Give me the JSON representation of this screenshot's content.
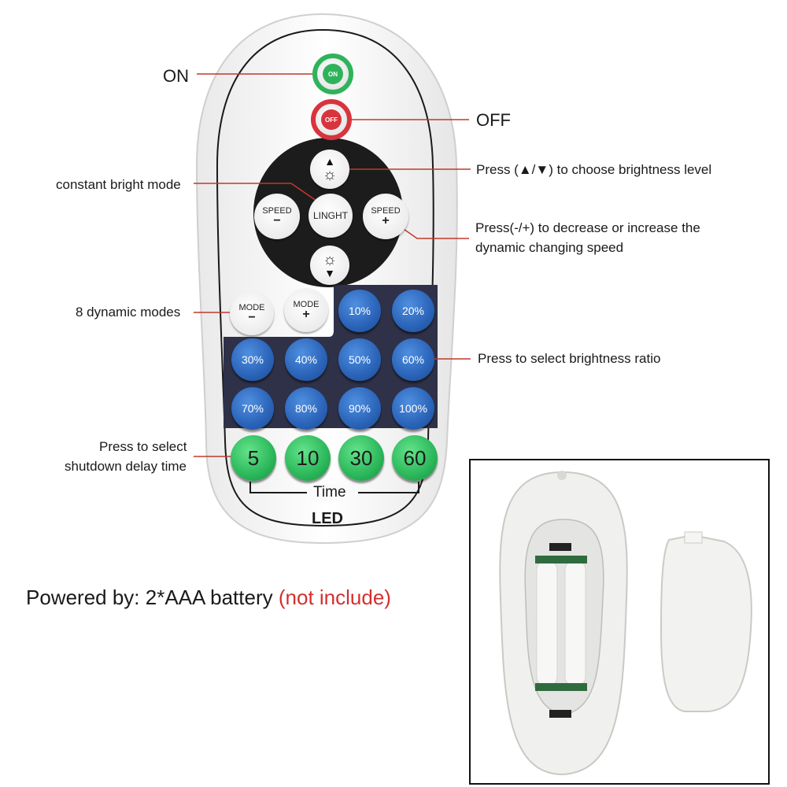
{
  "remote": {
    "on_label": "ON",
    "off_label": "OFF",
    "speed_minus_text": "SPEED",
    "speed_minus_symbol": "−",
    "speed_plus_text": "SPEED",
    "speed_plus_symbol": "+",
    "light_label": "LINGHT",
    "mode_minus_text": "MODE",
    "mode_minus_symbol": "−",
    "mode_plus_text": "MODE",
    "mode_plus_symbol": "+",
    "brightness_top": [
      "10%",
      "20%"
    ],
    "brightness_mid": [
      "30%",
      "40%",
      "50%",
      "60%"
    ],
    "brightness_bot": [
      "70%",
      "80%",
      "90%",
      "100%"
    ],
    "timers": [
      "5",
      "10",
      "30",
      "60"
    ],
    "time_label": "Time",
    "led_label": "LED"
  },
  "annotations": {
    "on": "ON",
    "off": "OFF",
    "brightness_level": "Press (▲/▼) to choose brightness level",
    "constant_bright": "constant bright mode",
    "speed_line1": "Press(-/+) to decrease or increase the",
    "speed_line2": "dynamic changing speed",
    "dynamic_modes": "8 dynamic modes",
    "brightness_ratio": "Press to select brightness ratio",
    "shutdown_line1": "Press to select",
    "shutdown_line2": "shutdown delay time"
  },
  "footer": {
    "powered_prefix": "Powered by: 2*AAA battery",
    "powered_note": "(not include)"
  },
  "colors": {
    "annotation_line": "#c0392b",
    "note_red": "#d32f2f",
    "button_blue": "#2a63b8",
    "button_green": "#2bb75a",
    "dark_panel": "#2e3148"
  }
}
